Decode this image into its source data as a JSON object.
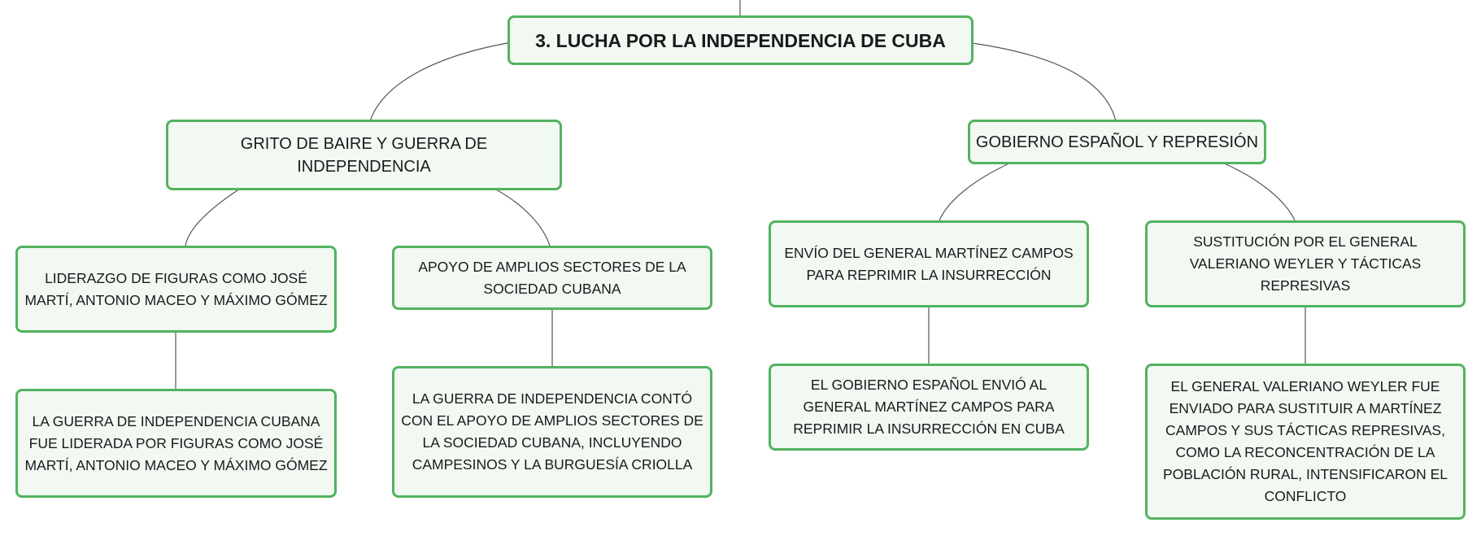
{
  "root": {
    "label": "3. LUCHA POR LA INDEPENDENCIA DE CUBA"
  },
  "branches": [
    {
      "label": "GRITO DE BAIRE Y GUERRA DE INDEPENDENCIA",
      "children": [
        {
          "label": "LIDERAZGO DE FIGURAS COMO JOSÉ MARTÍ, ANTONIO MACEO Y MÁXIMO GÓMEZ",
          "detail": "LA GUERRA DE INDEPENDENCIA CUBANA FUE LIDERADA POR FIGURAS COMO JOSÉ MARTÍ, ANTONIO MACEO Y MÁXIMO GÓMEZ"
        },
        {
          "label": "APOYO DE AMPLIOS SECTORES DE LA SOCIEDAD CUBANA",
          "detail": "LA GUERRA DE INDEPENDENCIA CONTÓ CON EL APOYO DE AMPLIOS SECTORES DE LA SOCIEDAD CUBANA, INCLUYENDO CAMPESINOS Y LA BURGUESÍA CRIOLLA"
        }
      ]
    },
    {
      "label": "GOBIERNO ESPAÑOL Y REPRESIÓN",
      "children": [
        {
          "label": "ENVÍO DEL GENERAL MARTÍNEZ CAMPOS PARA REPRIMIR LA INSURRECCIÓN",
          "detail": "EL GOBIERNO ESPAÑOL ENVIÓ AL GENERAL MARTÍNEZ CAMPOS PARA REPRIMIR LA INSURRECCIÓN EN CUBA"
        },
        {
          "label": "SUSTITUCIÓN POR EL GENERAL VALERIANO WEYLER Y TÁCTICAS REPRESIVAS",
          "detail": "EL GENERAL VALERIANO WEYLER FUE ENVIADO PARA SUSTITUIR A MARTÍNEZ CAMPOS Y SUS TÁCTICAS REPRESIVAS, COMO LA RECONCENTRACIÓN DE LA POBLACIÓN RURAL, INTENSIFICARON EL CONFLICTO"
        }
      ]
    }
  ],
  "colors": {
    "node_border": "#52b35f",
    "node_fill": "#f2f9f3",
    "connector": "#555555",
    "text": "#1a1a1a"
  }
}
